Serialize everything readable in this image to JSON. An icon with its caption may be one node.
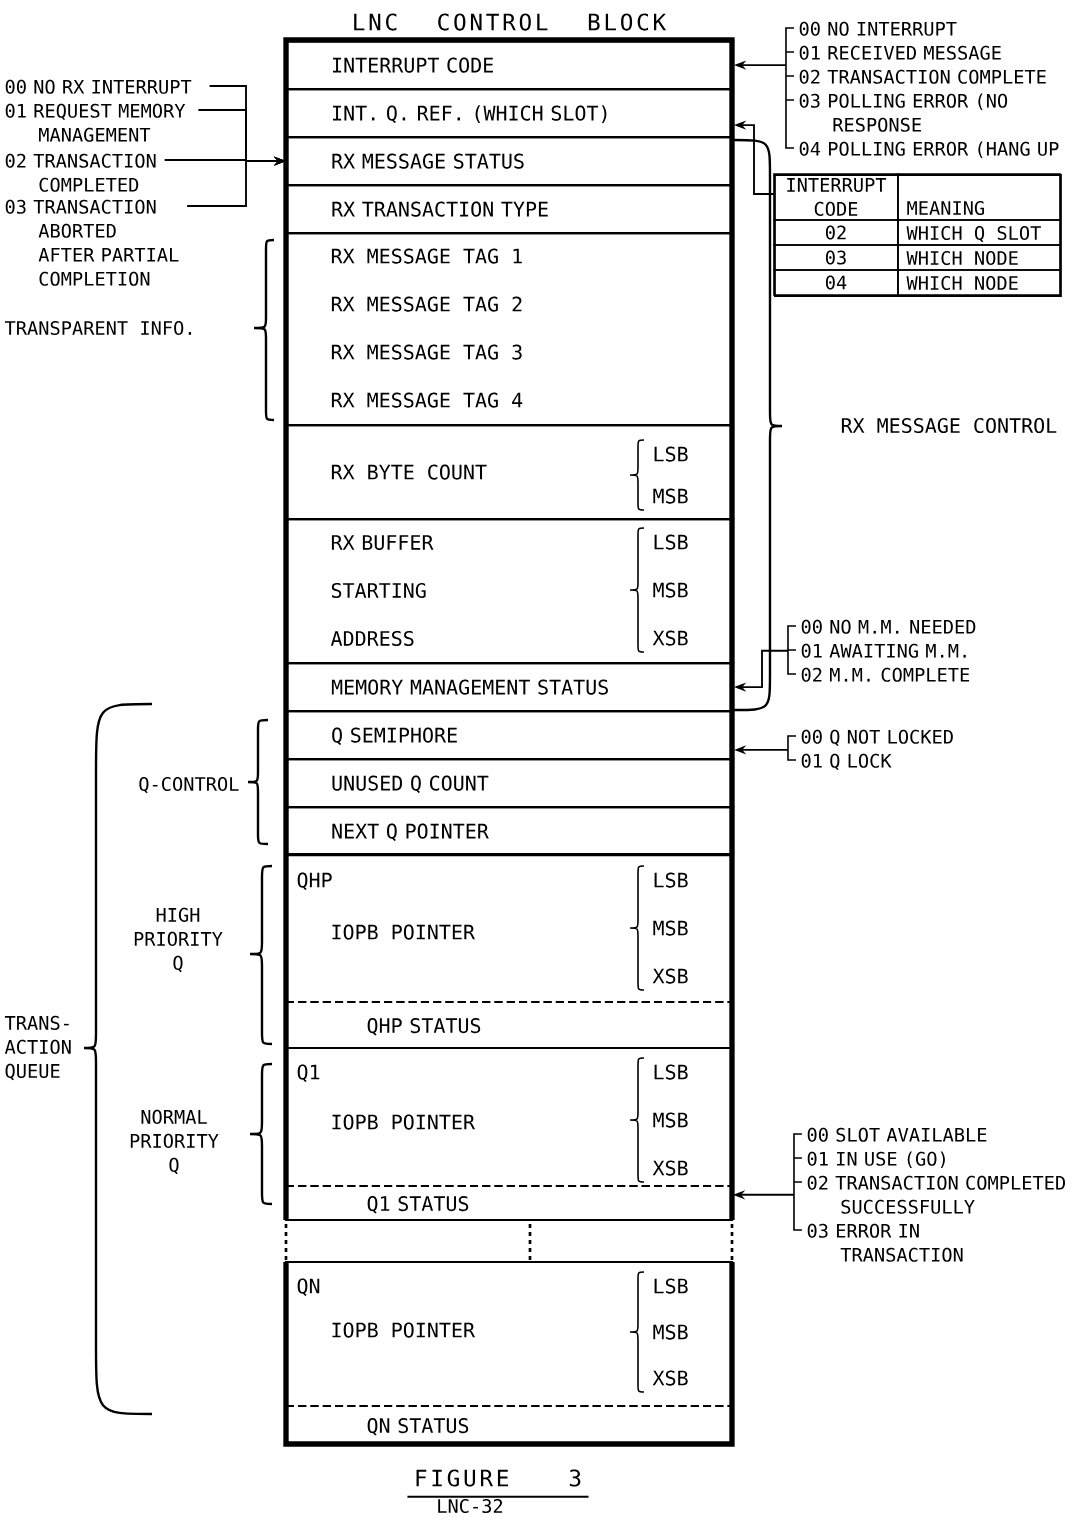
{
  "diagram": {
    "caption": "FIGURE 3",
    "nodes": [
      {
        "text": [
          "LNC CONTROL BLOCK"
        ]
      },
      {
        "text": [
          "INTERRUPT CODE"
        ],
        "in": 0
      },
      {
        "text": [
          "INT. Q. REF. (WHICH SLOT)"
        ],
        "in": 0
      },
      {
        "text": [
          "RX MESSAGE STATUS"
        ],
        "in": 0
      },
      {
        "text": [
          "RX TRANSACTION TYPE"
        ],
        "in": 0
      },
      {
        "text": [
          "RX MESSAGE TAG 1",
          "RX MESSAGE TAG 2",
          "RX MESSAGE TAG 3",
          "RX MESSAGE TAG 4"
        ],
        "in": 0
      },
      {
        "text": [
          "RX BYTE COUNT",
          "LSB",
          "MSB"
        ],
        "in": 0
      },
      {
        "text": [
          "RX BUFFER STARTING ADDRESS",
          "LSB",
          "MSB",
          "XSB"
        ],
        "in": 0
      },
      {
        "text": [
          "MEMORY MANAGEMENT STATUS"
        ],
        "in": 0
      },
      {
        "text": [
          "Q SEMIPHORE"
        ],
        "in": 0
      },
      {
        "text": [
          "UNUSED Q COUNT"
        ],
        "in": 0
      },
      {
        "text": [
          "NEXT Q POINTER"
        ],
        "in": 0
      },
      {
        "text": [
          "QHP",
          "IOPB POINTER",
          "LSB",
          "MSB",
          "XSB"
        ],
        "in": 0
      },
      {
        "text": [
          "QHP STATUS"
        ],
        "in": 0
      },
      {
        "text": [
          "Q1",
          "IOPB POINTER",
          "LSB",
          "MSB",
          "XSB"
        ],
        "in": 0
      },
      {
        "text": [
          "Q1 STATUS"
        ],
        "in": 0
      },
      {
        "text": [
          "QN",
          "IOPB POINTER",
          "LSB",
          "MSB",
          "XSB"
        ],
        "in": 0
      },
      {
        "text": [
          "QN STATUS"
        ],
        "in": 0
      },
      {
        "text": [
          "00 NO RX INTERRUPT"
        ]
      },
      {
        "text": [
          "01 REQUEST MEMORY MANAGEMENT"
        ]
      },
      {
        "text": [
          "02 TRANSACTION COMPLETED"
        ]
      },
      {
        "text": [
          "03 TRANSACTION ABORTED AFTER PARTIAL COMPLETION"
        ]
      },
      {
        "text": [
          "00 NO INTERRUPT",
          "01 RECEIVED MESSAGE",
          "02 TRANSACTION COMPLETE",
          "03 POLLING ERROR (NO RESPONSE",
          "04 POLLING ERROR (HANG UP"
        ]
      },
      {
        "text": [
          "INTERRUPT CODE",
          "MEANING",
          "02",
          "WHICH Q SLOT",
          "03",
          "WHICH NODE",
          "04",
          "WHICH NODE"
        ]
      },
      {
        "text": [
          "00 NO M.M. NEEDED",
          "01 AWAITING M.M.",
          "02 M.M. COMPLETE"
        ]
      },
      {
        "text": [
          "00 Q NOT LOCKED",
          "01 Q LOCK"
        ]
      },
      {
        "text": [
          "00 SLOT AVAILABLE",
          "01 IN USE (GO)",
          "02 TRANSACTION COMPLETED SUCCESSFULLY",
          "03 ERROR IN TRANSACTION"
        ]
      }
    ],
    "edges": [
      {
        "from": 18,
        "to": 3,
        "arrow": "to"
      },
      {
        "from": 19,
        "to": 3,
        "arrow": "to"
      },
      {
        "from": 20,
        "to": 3,
        "arrow": "to"
      },
      {
        "from": 21,
        "to": 3,
        "arrow": "to"
      },
      {
        "from": 22,
        "to": 1,
        "arrow": "to"
      },
      {
        "from": 23,
        "to": 2,
        "arrow": "to"
      },
      {
        "from": 24,
        "to": 8,
        "arrow": "to"
      },
      {
        "from": 25,
        "to": 9,
        "arrow": "to"
      },
      {
        "from": 26,
        "to": 15,
        "arrow": "to"
      }
    ],
    "labels": [
      "TRANSPARENT INFO.",
      "RX MESSAGE CONTROL",
      "Q-CONTROL",
      "HIGH PRIORITY Q",
      "TRANS- ACTION QUEUE",
      "NORMAL PRIORITY Q",
      "LNC-32"
    ]
  }
}
